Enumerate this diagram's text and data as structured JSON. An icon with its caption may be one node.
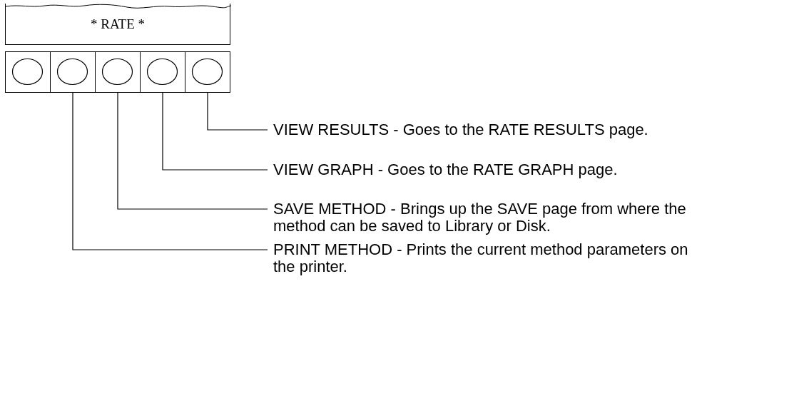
{
  "diagram": {
    "nodes": [
      {
        "text": [
          "* RATE *"
        ]
      },
      {
        "text": [],
        "shape": "circle"
      },
      {
        "text": [],
        "shape": "circle"
      },
      {
        "text": [],
        "shape": "circle"
      },
      {
        "text": [],
        "shape": "circle"
      },
      {
        "text": [],
        "shape": "circle"
      },
      {
        "text": [
          "VIEW RESULTS - Goes to the RATE RESULTS page."
        ]
      },
      {
        "text": [
          "VIEW GRAPH - Goes to the RATE GRAPH page."
        ]
      },
      {
        "text": [
          "SAVE METHOD - Brings up the SAVE page from where the method can be saved to Library or Disk."
        ]
      },
      {
        "text": [
          "PRINT METHOD - Prints the current method parameters on the printer."
        ]
      }
    ],
    "edges": [
      {
        "from": 6,
        "to": 5,
        "arrow": "none"
      },
      {
        "from": 7,
        "to": 4,
        "arrow": "none"
      },
      {
        "from": 8,
        "to": 3,
        "arrow": "none"
      },
      {
        "from": 9,
        "to": 2,
        "arrow": "none"
      }
    ]
  }
}
